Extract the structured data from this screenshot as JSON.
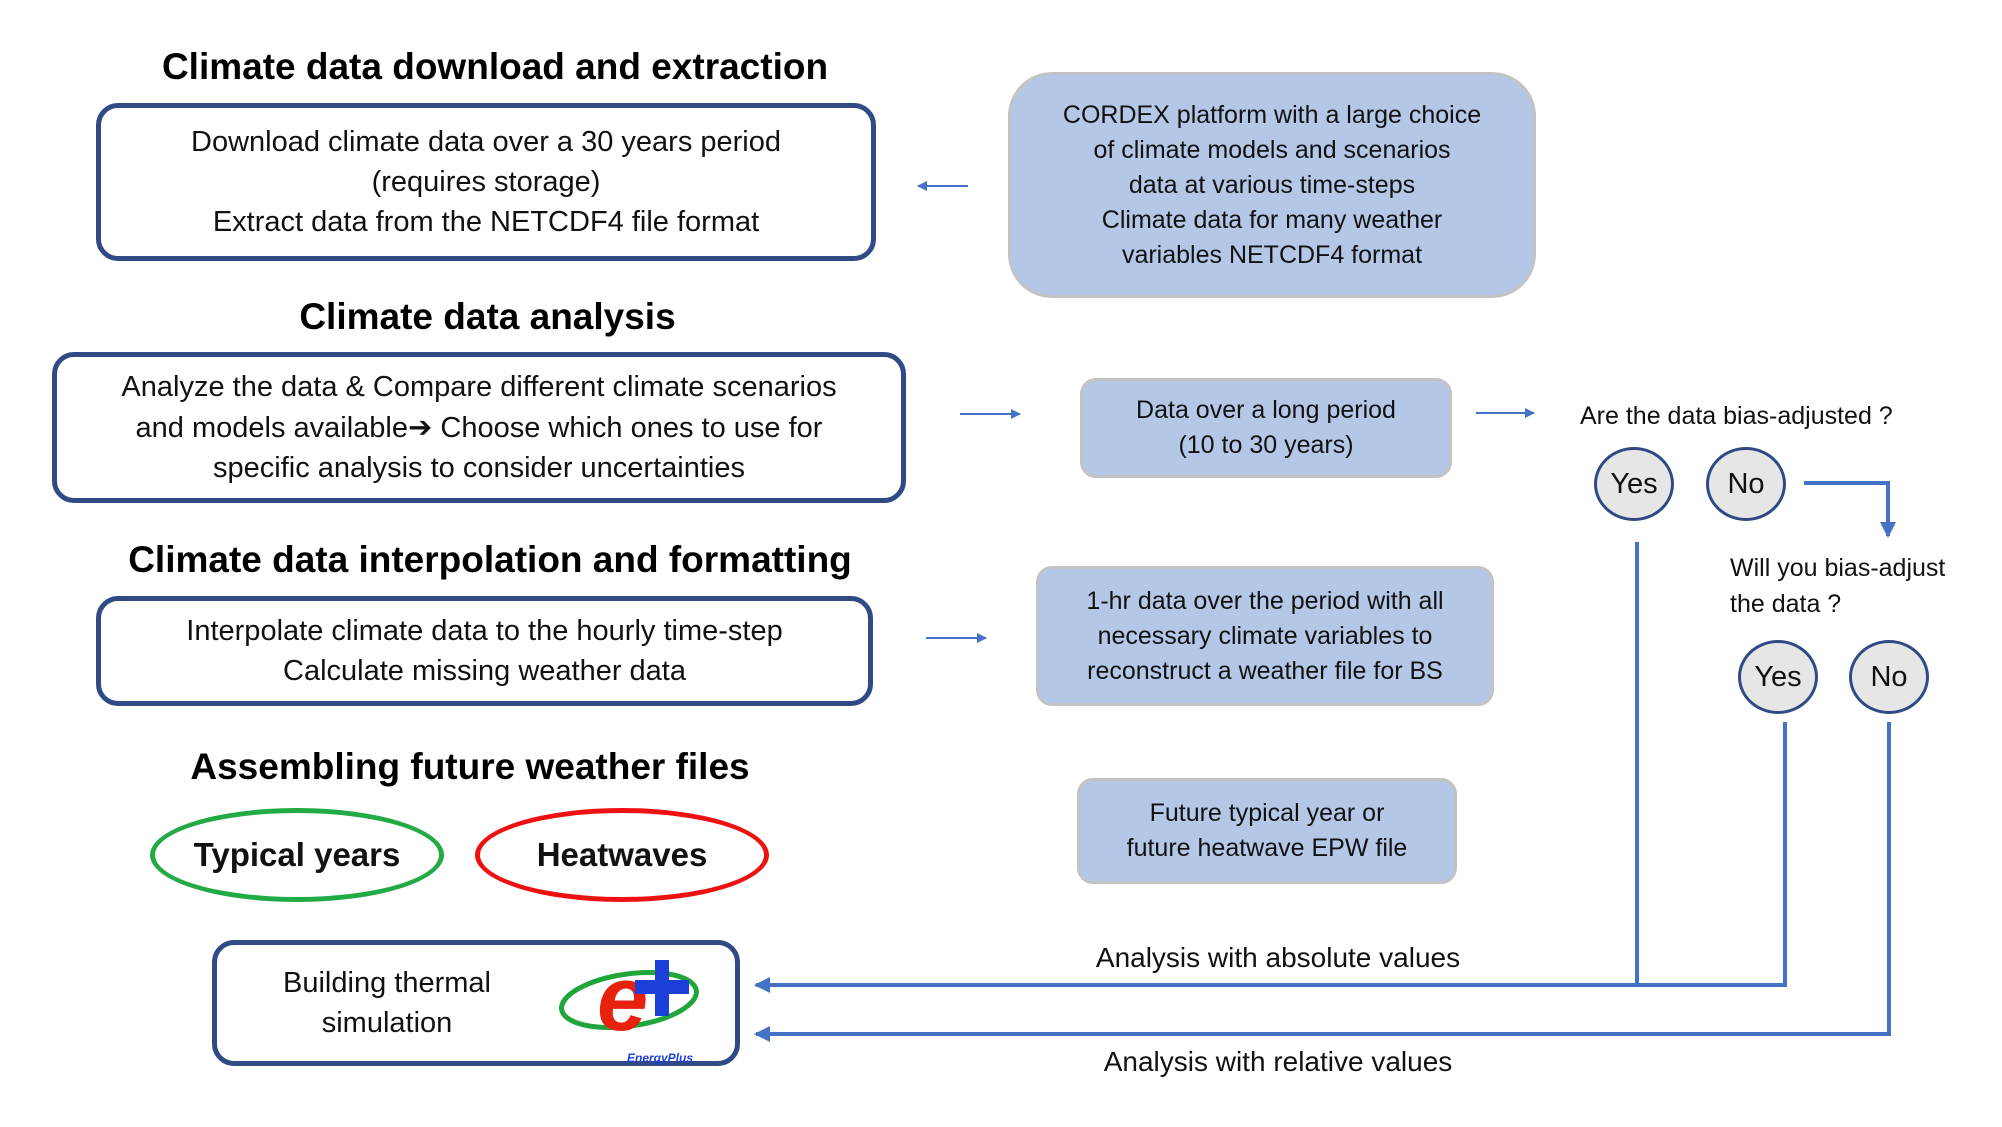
{
  "sections": {
    "download": {
      "heading": "Climate data download and extraction",
      "lines": [
        "Download climate data over a 30 years period",
        "(requires storage)",
        "Extract data from the NETCDF4 file format"
      ]
    },
    "analysis": {
      "heading": "Climate data analysis",
      "line1": "Analyze the data & Compare different climate scenarios",
      "line2_before": "and models available",
      "line2_arrow": "➔",
      "line2_after": " Choose which ones to use for",
      "line3": "specific analysis to consider uncertainties"
    },
    "interpolation": {
      "heading": "Climate data interpolation and formatting",
      "lines": [
        "Interpolate climate data to the hourly time-step",
        "Calculate missing weather data"
      ]
    },
    "assembling": {
      "heading": "Assembling future weather files",
      "typical_label": "Typical years",
      "heatwave_label": "Heatwaves"
    }
  },
  "info_boxes": {
    "cordex": [
      "CORDEX platform with a large choice",
      "of climate models and scenarios",
      "data at various time-steps",
      "Climate data for many weather",
      "variables NETCDF4 format"
    ],
    "long_period": [
      "Data over a long period",
      "(10 to 30 years)"
    ],
    "hourly": [
      "1-hr data over the period with all",
      "necessary climate variables to",
      "reconstruct a weather file for BS"
    ],
    "epw": [
      "Future typical year or",
      "future heatwave  EPW file"
    ]
  },
  "decisions": {
    "q1": "Are the data bias-adjusted ?",
    "q1_yes": "Yes",
    "q1_no": "No",
    "q2_line1": "Will you bias-adjust",
    "q2_line2": "the data ?",
    "q2_yes": "Yes",
    "q2_no": "No"
  },
  "simulation": {
    "line1": "Building thermal",
    "line2": "simulation",
    "logo_text": "EnergyPlus"
  },
  "flows": {
    "absolute": "Analysis with absolute values",
    "relative": "Analysis with relative values"
  },
  "colors": {
    "box_border": "#2f4a84",
    "info_fill": "#b4c7e7",
    "arrow": "#4472c4",
    "typical_oval": "#22aa44",
    "heatwave_oval": "#ee1111"
  }
}
